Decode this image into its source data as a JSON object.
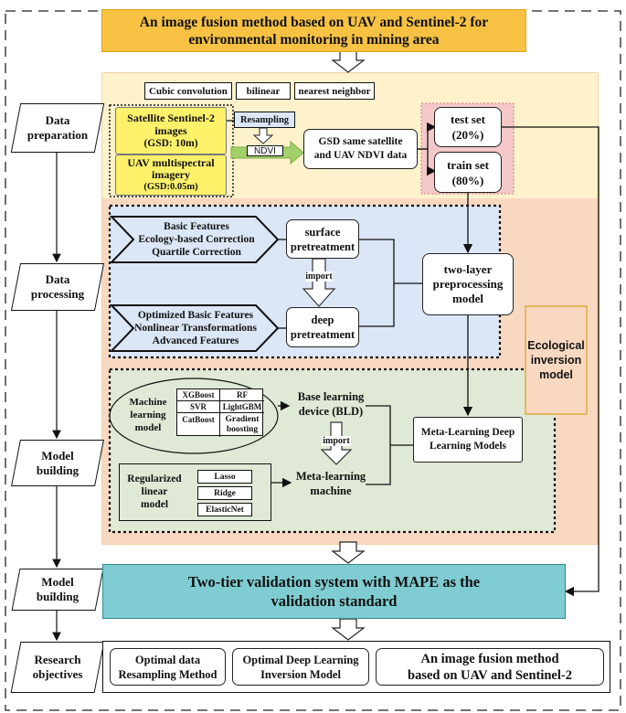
{
  "title": "An image fusion method based on UAV and Sentinel-2 for\nenvironmental monitoring in mining area",
  "stages": [
    "Data\npreparation",
    "Data\nprocessing",
    "Model\nbuilding",
    "Model\nbuilding",
    "Research\nobjectives"
  ],
  "preparation": {
    "methods": [
      "Cubic  convolution",
      "bilinear",
      "nearest neighbor"
    ],
    "resampling": "Resampling",
    "satellite": "Satellite Sentinel-2\nimages",
    "satellite_gsd": "(GSD: 10m)",
    "uav": "UAV multispectral\nimagery",
    "uav_gsd": "(GSD:0.05m)",
    "ndvi": "NDVI",
    "gsd_same": "GSD same satellite\nand UAV NDVI data",
    "test_set": "test set\n(20%)",
    "train_set": "train set\n(80%)"
  },
  "processing": {
    "basic_features": "Basic Features\nEcology-based Correction\nQuartile Correction",
    "optimized_features": "Optimized Basic Features\nNonlinear Transformations\nAdvanced Features",
    "surface": "surface\npretreatment",
    "import": "import",
    "deep": "deep\npretreatment",
    "two_layer": "two-layer\npreprocessing\nmodel"
  },
  "ecological": "Ecological\ninversion\nmodel",
  "building": {
    "ml_model": "Machine\nlearning\nmodel",
    "ml_grid": [
      "XGBoost",
      "RF",
      "SVR",
      "LightGBM",
      "CatBoost",
      "Gradient\nboosting"
    ],
    "bld": "Base learning\ndevice (BLD)",
    "import": "import",
    "regularized": "Regularized\nlinear\nmodel",
    "reg_items": [
      "Lasso",
      "Ridge",
      "ElasticNet"
    ],
    "meta_machine": "Meta-learning\nmachine",
    "meta_deep": "Meta-Learning Deep\nLearning Models"
  },
  "validation": "Two-tier validation system with MAPE as the\nvalidation standard",
  "objectives": [
    "Optimal data\nResampling Method",
    "Optimal Deep Learning\nInversion Model",
    "An image fusion method\nbased on UAV and Sentinel-2"
  ]
}
